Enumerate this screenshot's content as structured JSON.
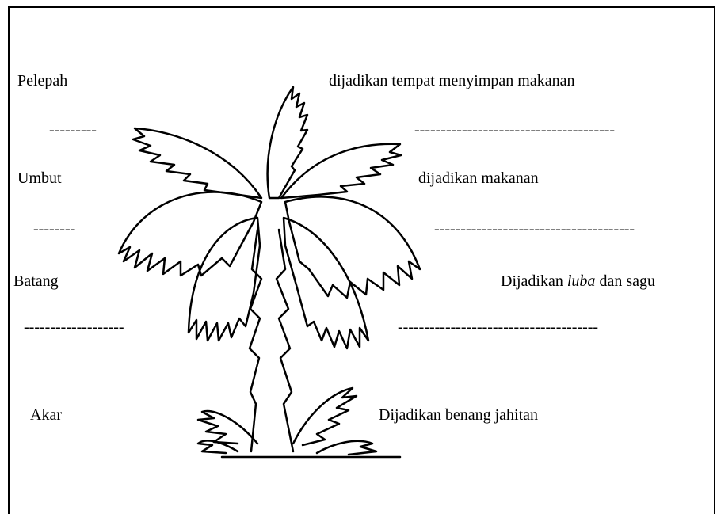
{
  "diagram": {
    "parts": [
      {
        "name": "Pelepah",
        "blank": "---------",
        "use": "dijadikan  tempat menyimpan makanan",
        "use_blank": "--------------------------------------"
      },
      {
        "name": "Umbut",
        "blank": "--------",
        "use": "dijadikan  makanan",
        "use_blank": "--------------------------------------"
      },
      {
        "name": "Batang",
        "blank": "-------------------",
        "use_pre": "Dijadikan ",
        "use_em": "luba",
        "use_post": " dan sagu",
        "use_blank": "--------------------------------------"
      },
      {
        "name": "Akar",
        "use": "Dijadikan benang jahitan"
      }
    ]
  }
}
